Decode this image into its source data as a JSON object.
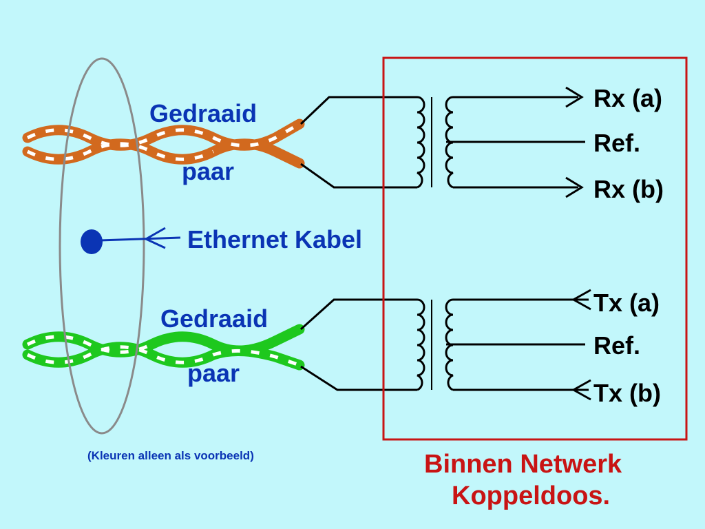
{
  "colors": {
    "background": "#c2f7fb",
    "pair1": "#d2691e",
    "pair1_dash": "#ffffff",
    "pair2": "#1ec81e",
    "pair2_dash": "#ffffff",
    "text_blue": "#0a34b4",
    "box_red": "#c81414",
    "wire": "#000000",
    "cable_ellipse": "#8a8a8a"
  },
  "cable": {
    "label": "Ethernet Kabel",
    "note": "(Kleuren alleen als voorbeeld)",
    "pair_top": {
      "line1": "Gedraaid",
      "line2": "paar"
    },
    "pair_bottom": {
      "line1": "Gedraaid",
      "line2": "paar"
    }
  },
  "box": {
    "title_line1": "Binnen Netwerk",
    "title_line2": "Koppeldoos."
  },
  "receive": {
    "a": "Rx (a)",
    "ref": "Ref.",
    "b": "Rx (b)"
  },
  "transmit": {
    "a": "Tx (a)",
    "ref": "Ref.",
    "b": "Tx (b)"
  }
}
